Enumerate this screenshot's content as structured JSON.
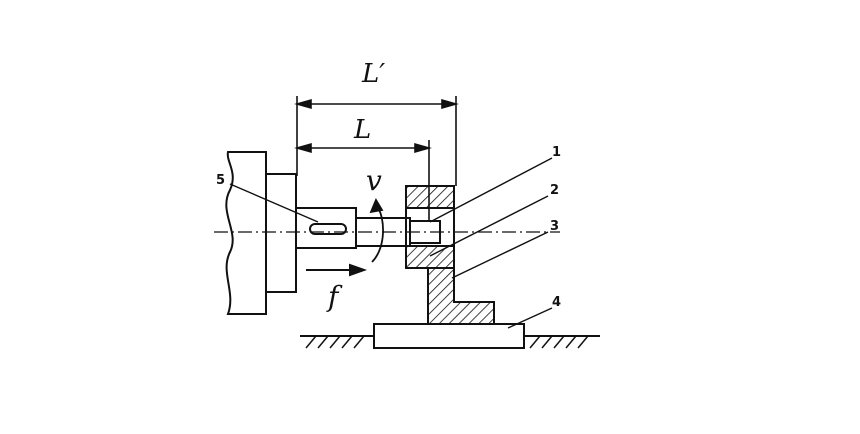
{
  "diagram": {
    "dimensions": {
      "outer_length": "L′",
      "inner_length": "L"
    },
    "motion": {
      "rotation": "v",
      "feed": "f"
    },
    "part_numbers": {
      "p1": "1",
      "p2": "2",
      "p3": "3",
      "p4": "4",
      "p5": "5"
    },
    "colors": {
      "ink": "#111111",
      "background": "#ffffff"
    }
  }
}
